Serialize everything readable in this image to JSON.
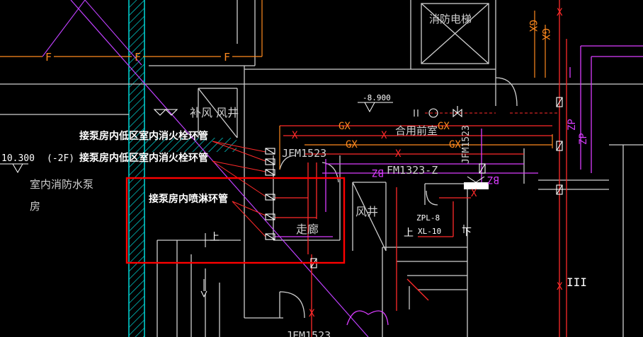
{
  "labels": {
    "elevator": "消防电梯",
    "supply_shaft": "补风 风井",
    "pipe_low_hydrant_1": "接泵房内低区室内消火栓环管",
    "pipe_low_hydrant_2": "接泵房内低区室内消火栓环管",
    "pipe_sprinkler": "接泵房内喷淋环管",
    "level_left": "10.300",
    "floor_tag": "(-2F)",
    "pump_room_1": "室内消防水泵",
    "pump_room_2": "房",
    "level_top": "-8.900",
    "lobby": "合用前室",
    "door_1": "JFM1523",
    "door_2": "FM1323-Z",
    "door_3": "JFM1523",
    "door_bottom": "JFM1523",
    "corridor": "走廊",
    "shaft": "风井",
    "up_1": "上",
    "up_2": "上",
    "down": "下",
    "zpl": "ZPL-8",
    "xl": "XL-10",
    "f_mark": "F",
    "gx_mark": "GX",
    "zp_mark": "ZP",
    "bz_mark": "BZ",
    "x_mark": "X",
    "iii_mark": "III"
  },
  "colors": {
    "background": "#000000",
    "wall": "#cfcfcf",
    "pipe_red": "#ff2a2a",
    "pipe_magenta": "#d93cff",
    "pipe_orange": "#ff8a1f",
    "text_white": "#ffffff",
    "hatch_cyan": "#00d8d8",
    "highlight_red": "#ff0000",
    "diagonal": "#c040ff"
  },
  "icons": [
    "valve-icon",
    "flow-switch-icon",
    "gate-valve-icon",
    "level-mark-icon",
    "pump-connection-icon"
  ]
}
